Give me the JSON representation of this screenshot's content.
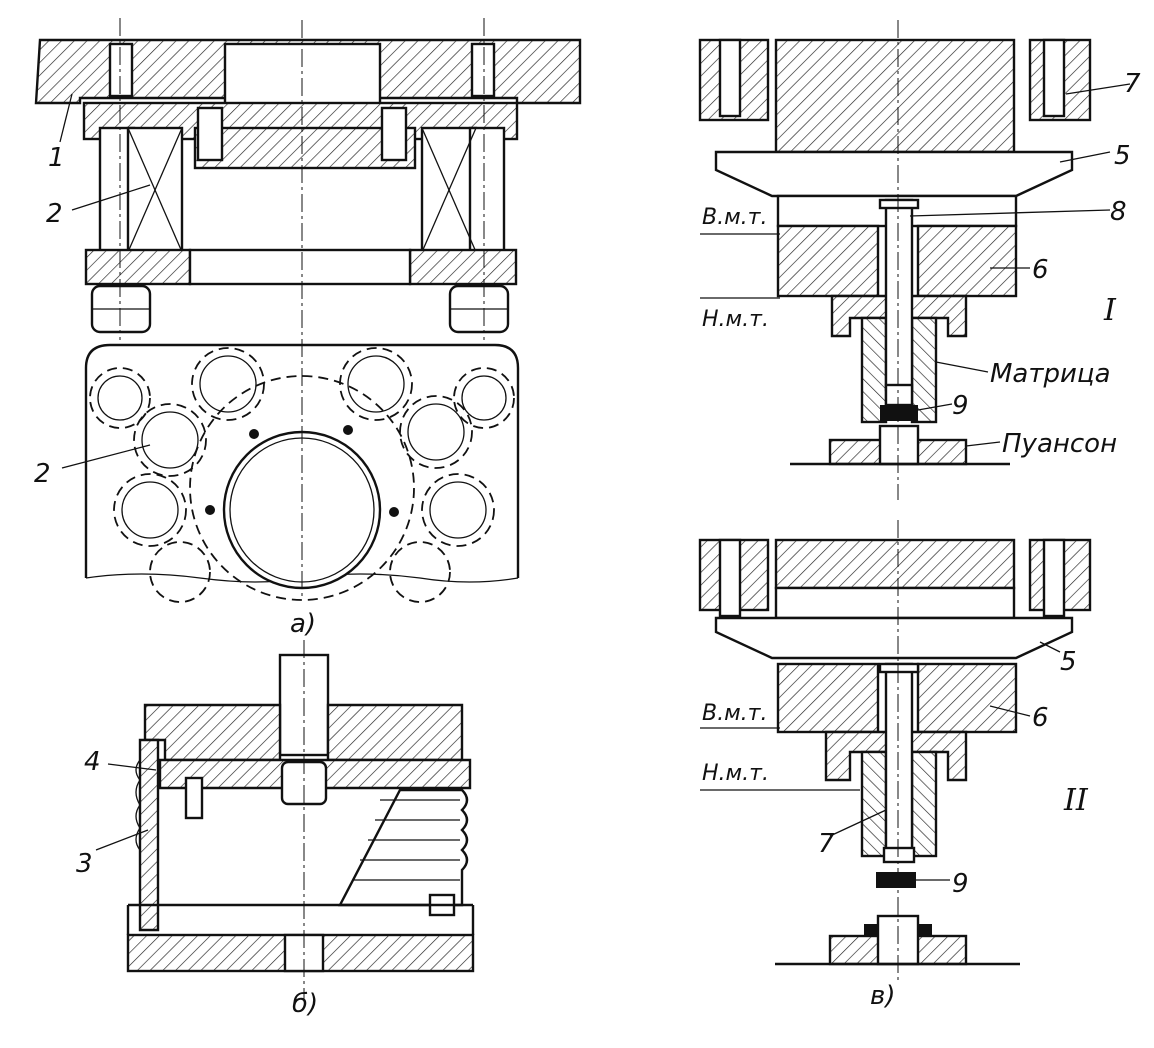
{
  "figure": {
    "panel_a": {
      "caption": "а)",
      "callouts": {
        "n1": "1",
        "n2_top": "2",
        "n2_bottom": "2"
      }
    },
    "panel_b": {
      "caption": "б)",
      "callouts": {
        "n3": "3",
        "n4": "4"
      }
    },
    "panel_v": {
      "caption": "в)",
      "stage_I": {
        "roman": "I",
        "top_dead_center": "В.м.т.",
        "bottom_dead_center": "Н.м.т.",
        "callouts": {
          "n5": "5",
          "n6": "6",
          "n7": "7",
          "n8": "8",
          "n9": "9"
        },
        "die_label": "Матрица",
        "punch_label": "Пуансон"
      },
      "stage_II": {
        "roman": "II",
        "top_dead_center": "В.м.т.",
        "bottom_dead_center": "Н.м.т.",
        "callouts": {
          "n5": "5",
          "n6": "6",
          "n7": "7",
          "n9": "9"
        }
      }
    }
  }
}
